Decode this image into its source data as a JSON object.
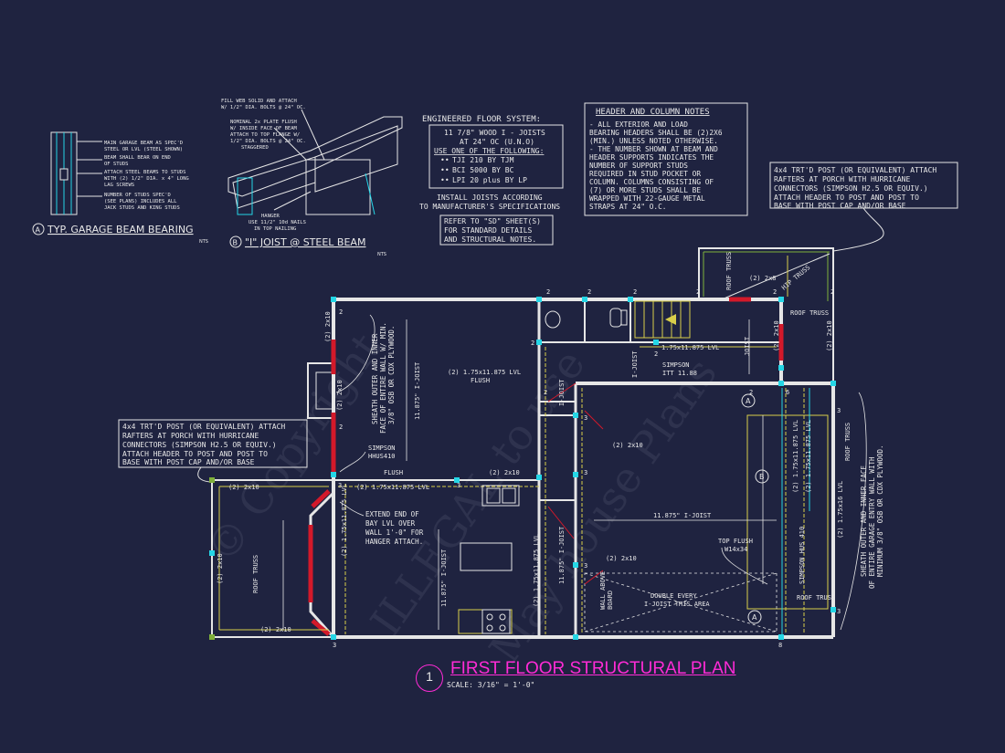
{
  "colors": {
    "background": "#1f2340",
    "wall": "#e6e6e6",
    "cyan": "#25d6e6",
    "red": "#d3192a",
    "yellow": "#d9cf4a",
    "green": "#7fb03a",
    "magenta": "#ff2bd6"
  },
  "detail_a": {
    "title": "TYP. GARAGE BEAM BEARING",
    "marker": "A",
    "scale": "NTS",
    "notes": [
      "MAIN GARAGE BEAM AS SPEC'D",
      "STEEL OR LVL (STEEL SHOWN)",
      "BEAM SHALL BEAR ON END",
      "OF STUDS",
      "ATTACH STEEL BEAMS TO STUDS",
      "WITH (2) 1/2\" DIA. x 4\" LONG",
      "LAG SCREWS",
      "NUMBER OF STUDS SPEC'D",
      "(SEE PLANS) INCLUDES ALL",
      "JACK STUDS AND KING STUDS"
    ]
  },
  "detail_b": {
    "title": "\"I\" JOIST @ STEEL BEAM",
    "marker": "B",
    "scale": "NTS",
    "notes": [
      "FILL WEB SOLID AND ATTACH",
      "W/ 1/2\" DIA. BOLTS @ 24\" OC.",
      "NOMINAL 2x PLATE FLUSH",
      "W/ INSIDE FACE OF BEAM",
      "ATTACH TO TOP FLANGE W/",
      "1/2\" DIA. BOLTS @ 24\" OC.",
      "STAGGERED",
      "HANGER",
      "USE 11/2\" 10d NAILS",
      "IN TOP NAILING"
    ]
  },
  "floor_system": {
    "heading": "ENGINEERED FLOOR SYSTEM:",
    "box_lines": [
      "11 7/8\" WOOD I - JOISTS",
      "AT 24\" OC (U.N.O)"
    ],
    "use_line": "USE ONE OF THE FOLLOWING:",
    "options": [
      "TJI 210 BY TJM",
      "BCI 5000 BY BC",
      "LPI 20 plus BY LP"
    ],
    "install": [
      "INSTALL JOISTS ACCORDING",
      "TO MANUFACTURER'S SPECIFICATIONS"
    ],
    "refer": [
      "REFER TO \"SD\" SHEET(S)",
      "FOR STANDARD DETAILS",
      "AND STRUCTURAL NOTES."
    ]
  },
  "header_notes": {
    "heading": "HEADER AND COLUMN NOTES",
    "lines": [
      "- ALL EXTERIOR AND LOAD",
      "BEARING HEADERS SHALL BE (2)2X6",
      "(MIN.) UNLESS NOTED OTHERWISE.",
      "- THE NUMBER SHOWN AT BEAM AND",
      "HEADER SUPPORTS INDICATES THE",
      "NUMBER OF SUPPORT STUDS",
      "REQUIRED IN STUD POCKET OR",
      "COLUMN.  COLUMNS CONSISTING OF",
      "(7) OR MORE STUDS SHALL BE",
      "WRAPPED WITH 22-GAUGE METAL",
      "STRAPS AT 24\" O.C."
    ]
  },
  "post_note_right": [
    "4x4 TRT'D POST (OR EQUIVALENT) ATTACH",
    "RAFTERS AT PORCH WITH HURRICANE",
    "CONNECTORS (SIMPSON H2.5 OR EQUIV.)",
    "ATTACH HEADER TO POST AND POST TO",
    "BASE WITH POST CAP AND/OR BASE"
  ],
  "post_note_left": [
    "4x4 TRT'D POST (OR EQUIVALENT) ATTACH",
    "RAFTERS AT PORCH WITH HURRICANE",
    "CONNECTORS (SIMPSON H2.5 OR EQUIV.)",
    "ATTACH HEADER TO POST AND POST TO",
    "BASE WITH POST CAP AND/OR BASE"
  ],
  "sheath_note_left": [
    "SHEATH OUTER AND INNER",
    "FACE OF ENTIRE WALL W/ MIN.",
    "3/8\" OSB OR CDX PLYWOOD."
  ],
  "sheath_note_right": [
    "SHEATH OUTER AND INNER FACE",
    "OF ENTIRE GARAGE ENTRY WALL WITH",
    "MINIMUM 3/8\" OSB OR CDX PLYWOOD."
  ],
  "extend_note": [
    "EXTEND END OF",
    "BAY LVL OVER",
    "WALL 1'-0\" FOR",
    "HANGER ATTACH."
  ],
  "labels": {
    "lvl_flush": "(2) 1.75x11.875 LVL",
    "flush": "FLUSH",
    "flush2": "FLUSH",
    "lvl_mid": "(2) 1.75x11.875 LVL",
    "two_2x10_a": "(2) 2x10",
    "two_2x10_b": "(2) 2x10",
    "two_2x10_c": "(2) 2x10",
    "two_2x10_d": "(2) 2x10",
    "two_2x10_e": "(2) 2x10",
    "two_2x10_f": "(2) 2x10",
    "two_2x10_g": "(2) 2x10",
    "two_2x10_h": "(2) 2x10",
    "two_2x8": "(2) 2x8",
    "ijoist_left": "11.875\" I-JOIST",
    "ijoist_center": "11.875\" I-JOIST",
    "ijoist_lower": "11.875\" I-JOIST",
    "ijoist_right": "11.875\" I-JOIST",
    "ijoist_v": "I-JOIST",
    "ijoist_v2": "I-JOIST",
    "joist_v": "JOIST",
    "simpson_hhus": [
      "SIMPSON",
      "HHUS410"
    ],
    "simpson_itt": [
      "SIMPSON",
      "ITT 11.88"
    ],
    "lvl_small": "1.75x11.875 LVL",
    "top_flush": [
      "TOP FLUSH",
      "W14x34"
    ],
    "double_every": [
      "DOUBLE EVERY",
      "I-JOIST THIS AREA"
    ],
    "roof_truss": "ROOF TRUSS",
    "hip_truss": "HIP TRUSS",
    "simpson_hu": "SIMPSON HUS 410",
    "lvl_vert_a": "(2) 1.75x11.875 LVL",
    "lvl_vert_b": "(2) 1.75x11.875 LVL",
    "lvl_vert_c": "(2) 1.75x11.875 LVL",
    "lvl_vert_d": "(2) 1.75x16 LVL",
    "wall_above": [
      "WALL ABOVE",
      "BOARD"
    ]
  },
  "marks": [
    "2",
    "2",
    "2",
    "2",
    "2",
    "2",
    "2",
    "2",
    "2",
    "2",
    "3",
    "3",
    "3",
    "3",
    "3",
    "3",
    "3",
    "3",
    "6",
    "8",
    "2",
    "2"
  ],
  "title": {
    "number": "1",
    "text": "FIRST FLOOR STRUCTURAL PLAN",
    "scale": "SCALE: 3/16\" = 1'-0\""
  },
  "watermark": [
    "© Copyright",
    "ILLEGAL to use",
    "May house Plans"
  ]
}
